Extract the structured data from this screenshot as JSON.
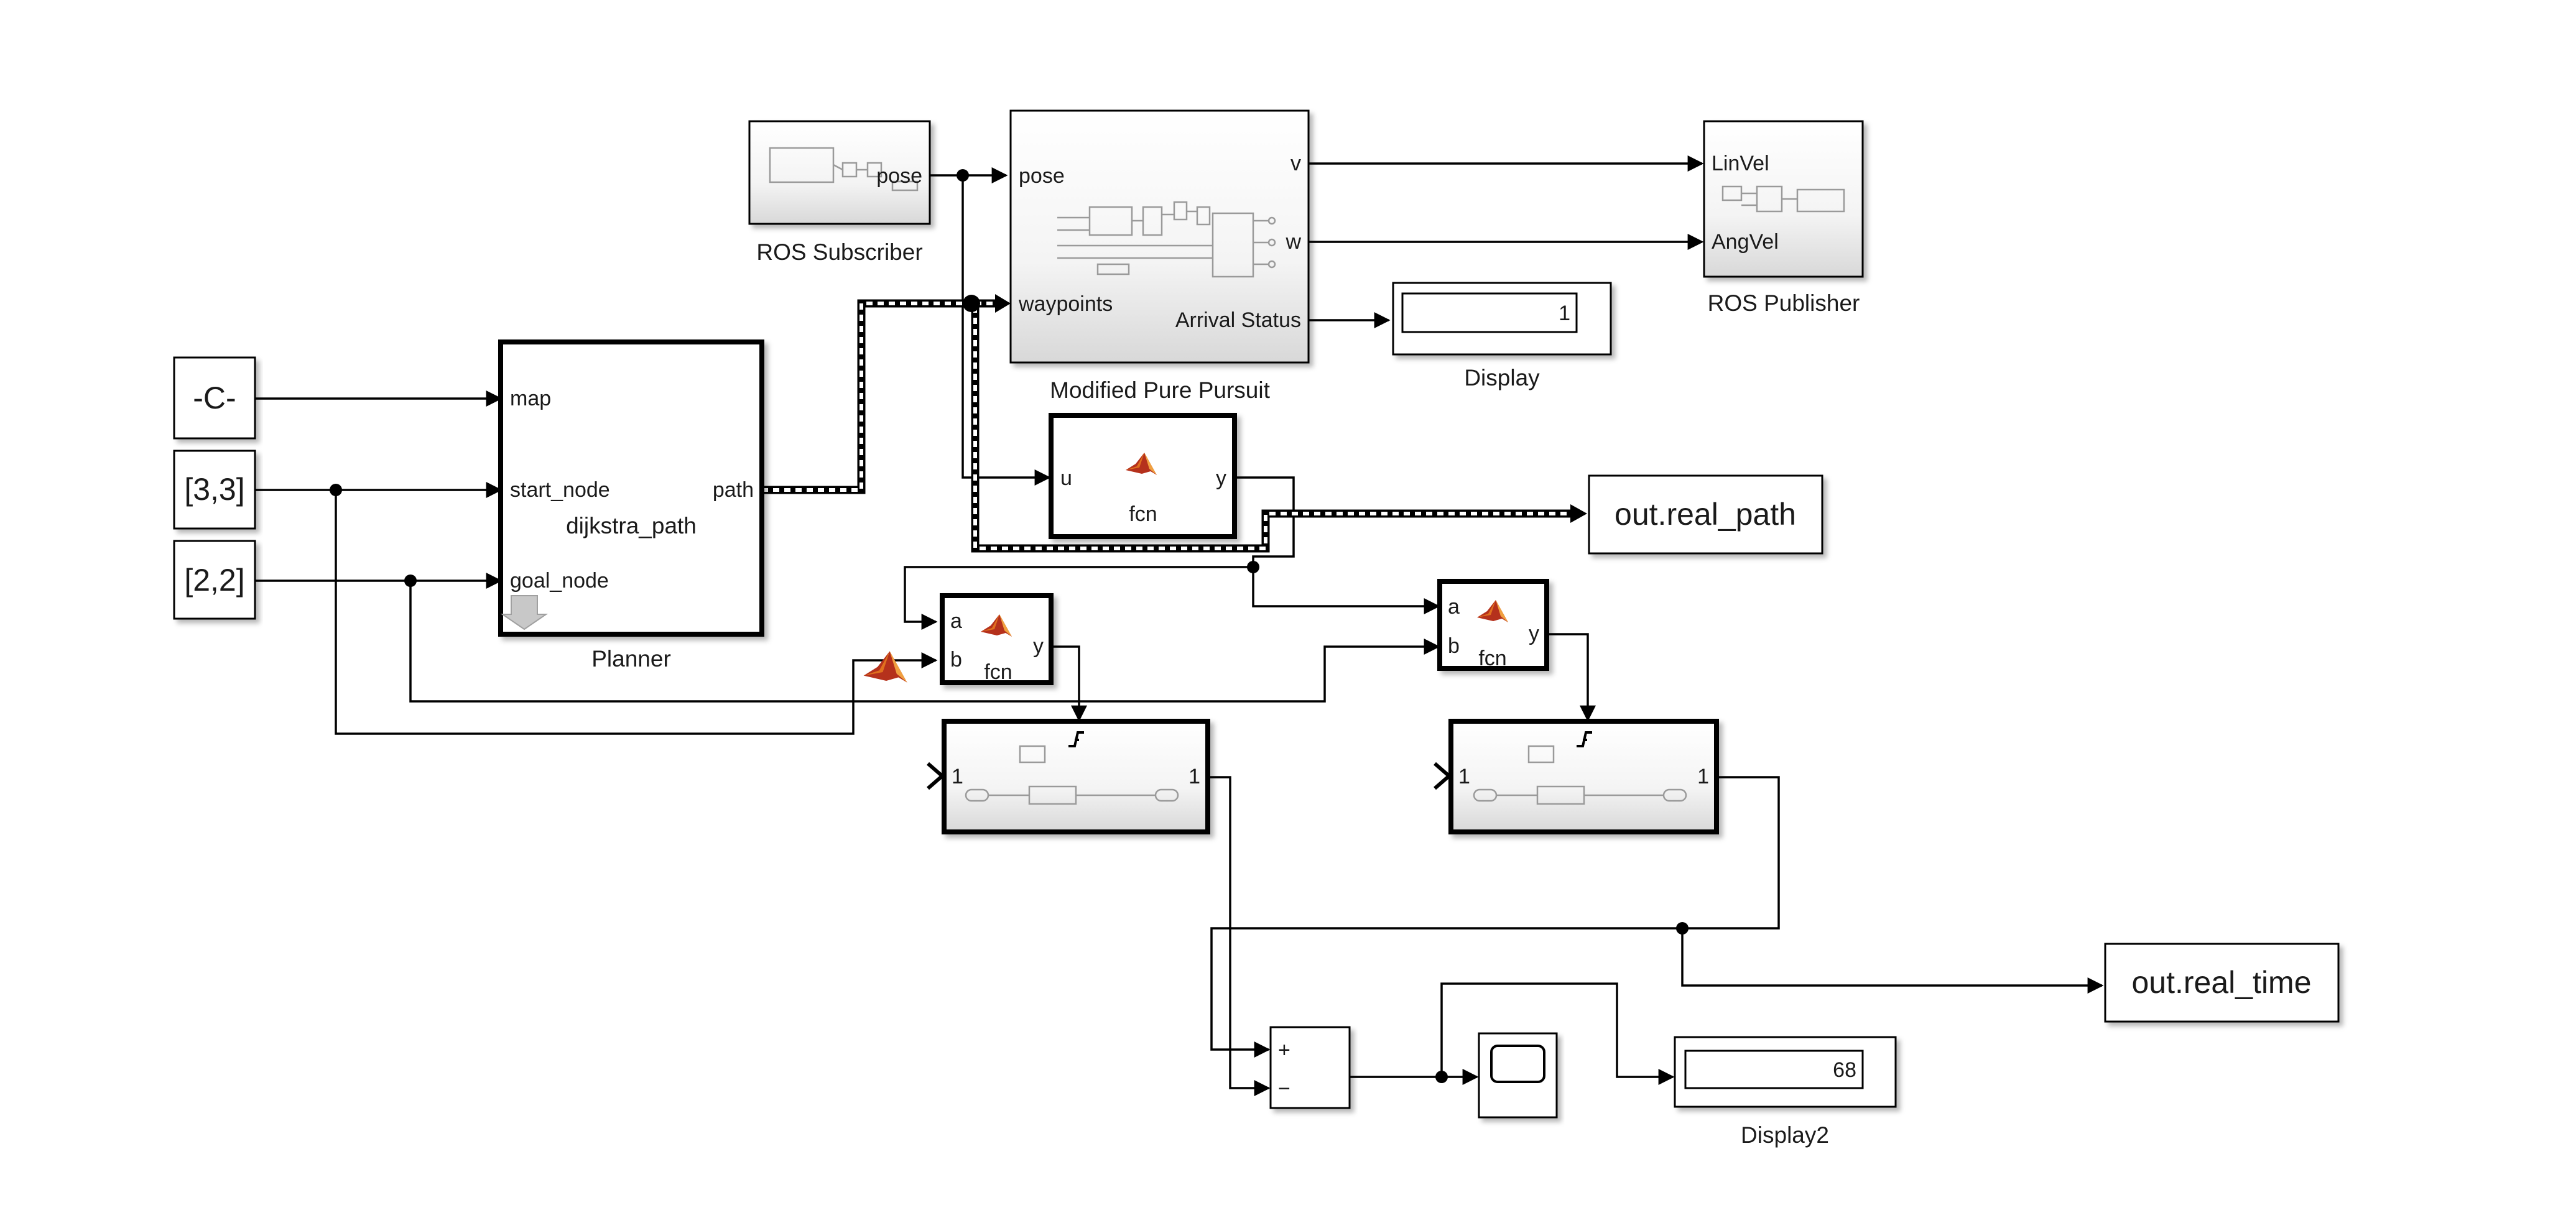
{
  "blocks": {
    "constant_map": {
      "value": "-C-"
    },
    "constant_start": {
      "value": "[3,3]"
    },
    "constant_goal": {
      "value": "[2,2]"
    },
    "planner": {
      "name": "Planner",
      "function": "dijkstra_path",
      "inputs": [
        "map",
        "start_node",
        "goal_node"
      ],
      "output": "path"
    },
    "ros_subscriber": {
      "name": "ROS Subscriber",
      "output": "pose"
    },
    "pure_pursuit": {
      "name": "Modified Pure Pursuit",
      "inputs": [
        "pose",
        "waypoints"
      ],
      "outputs": [
        "v",
        "w",
        "Arrival Status"
      ]
    },
    "ros_publisher": {
      "name": "ROS Publisher",
      "inputs": [
        "LinVel",
        "AngVel"
      ]
    },
    "display": {
      "name": "Display",
      "value": "1"
    },
    "fcn_main": {
      "label": "fcn",
      "input": "u",
      "output": "y"
    },
    "fcn_left": {
      "label": "fcn",
      "inputs": [
        "a",
        "b"
      ],
      "output": "y"
    },
    "fcn_right": {
      "label": "fcn",
      "inputs": [
        "a",
        "b"
      ],
      "output": "y"
    },
    "triggered_left": {
      "in": "1",
      "out": "1"
    },
    "triggered_right": {
      "in": "1",
      "out": "1"
    },
    "to_ws_path": {
      "label": "out.real_path"
    },
    "to_ws_time": {
      "label": "out.real_time"
    },
    "sum": {
      "plus": "+",
      "minus": "−"
    },
    "display2": {
      "name": "Display2",
      "value": "68"
    }
  },
  "icons": {
    "matlab": "matlab-function-icon",
    "scope": "scope-icon",
    "trigger": "trigger-icon"
  },
  "colors": {
    "block_stroke": "#000000",
    "matlab_orange": "#e0701e",
    "matlab_red": "#b5311c"
  }
}
